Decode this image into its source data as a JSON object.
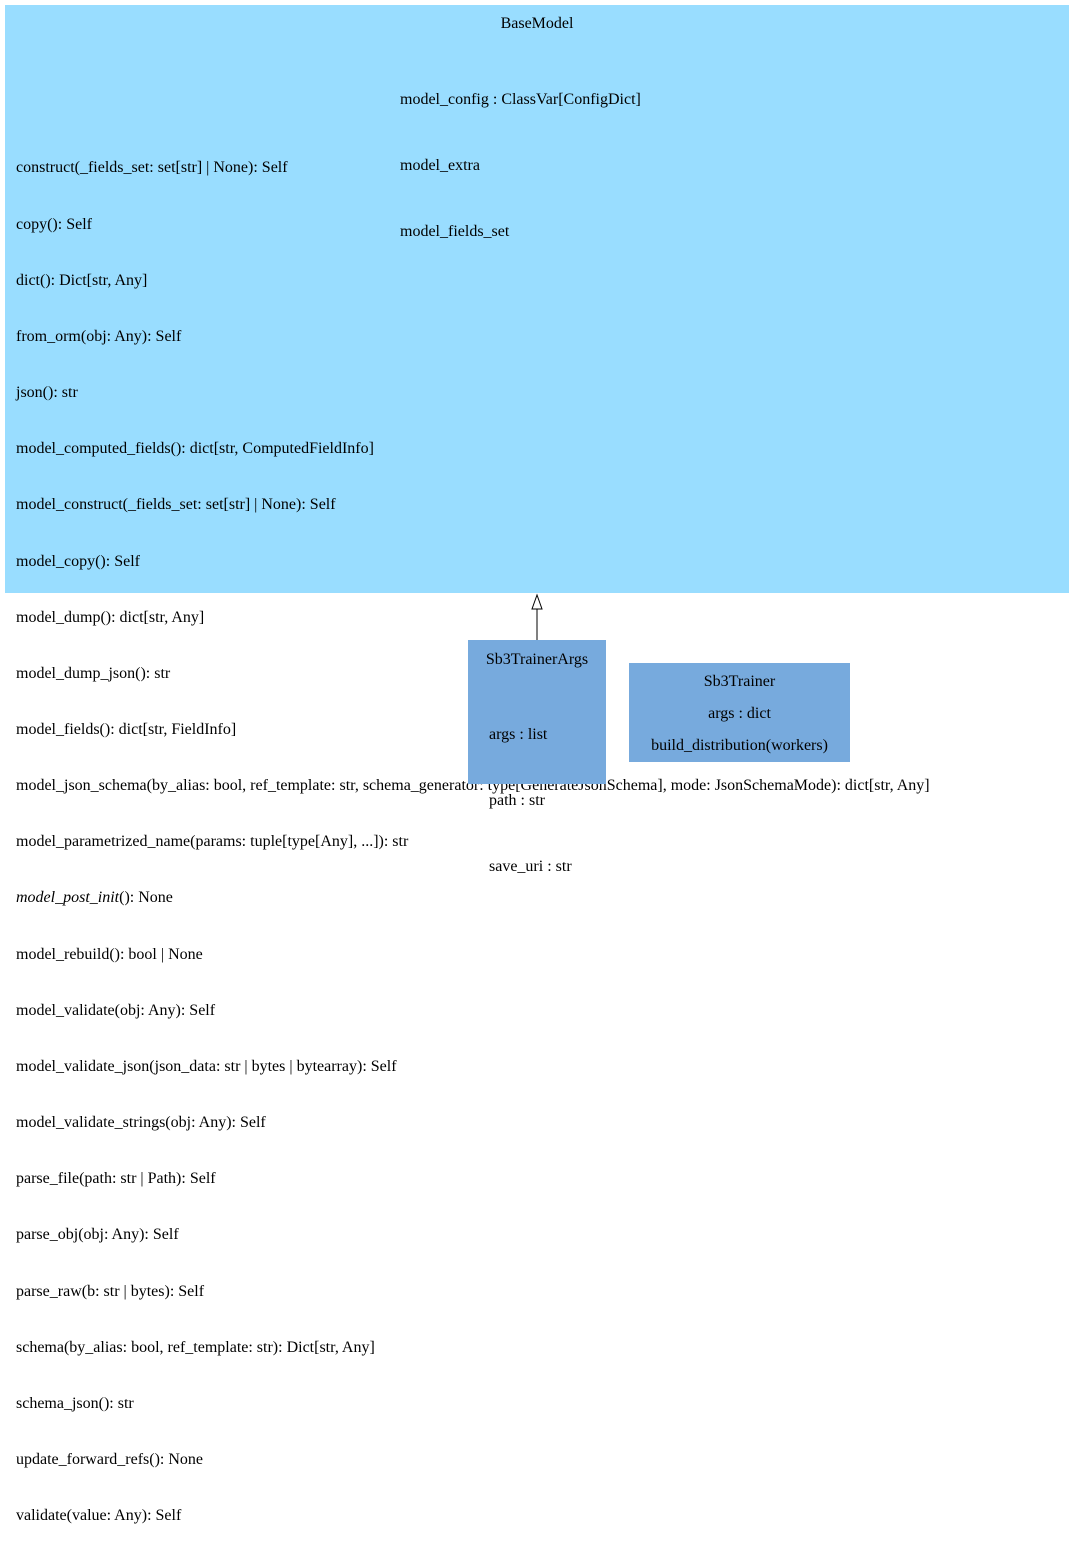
{
  "base_model": {
    "name": "BaseModel",
    "attributes": [
      "model_config : ClassVar[ConfigDict]",
      "model_extra",
      "model_fields_set"
    ],
    "methods": [
      "construct(_fields_set: set[str] | None): Self",
      "copy(): Self",
      "dict(): Dict[str, Any]",
      "from_orm(obj: Any): Self",
      "json(): str",
      "model_computed_fields(): dict[str, ComputedFieldInfo]",
      "model_construct(_fields_set: set[str] | None): Self",
      "model_copy(): Self",
      "model_dump(): dict[str, Any]",
      "model_dump_json(): str",
      "model_fields(): dict[str, FieldInfo]",
      "model_json_schema(by_alias: bool, ref_template: str, schema_generator: type[GenerateJsonSchema], mode: JsonSchemaMode): dict[str, Any]",
      "model_parametrized_name(params: tuple[type[Any], ...]): str",
      "model_post_init",
      "(): None",
      "model_rebuild(): bool | None",
      "model_validate(obj: Any): Self",
      "model_validate_json(json_data: str | bytes | bytearray): Self",
      "model_validate_strings(obj: Any): Self",
      "parse_file(path: str | Path): Self",
      "parse_obj(obj: Any): Self",
      "parse_raw(b: str | bytes): Self",
      "schema(by_alias: bool, ref_template: str): Dict[str, Any]",
      "schema_json(): str",
      "update_forward_refs(): None",
      "validate(value: Any): Self"
    ]
  },
  "sb3_trainer_args": {
    "name": "Sb3TrainerArgs",
    "attributes": [
      "args : list",
      "path : str",
      "save_uri : str"
    ]
  },
  "sb3_trainer": {
    "name": "Sb3Trainer",
    "attributes": [
      "args : dict"
    ],
    "methods": [
      "build_distribution(workers)"
    ]
  },
  "colors": {
    "base_fill": "#99ddff",
    "class_fill": "#77aadd",
    "edge": "#000000"
  }
}
